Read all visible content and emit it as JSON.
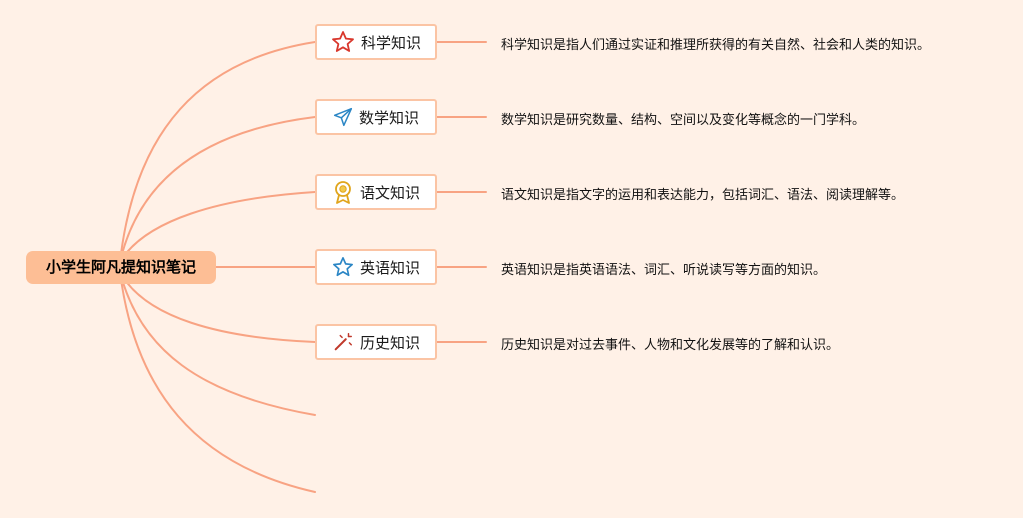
{
  "root": {
    "label": "小学生阿凡提知识笔记"
  },
  "colors": {
    "background": "#fff1e7",
    "line": "#f8a383",
    "root_fill": "#fdbe95",
    "topic_border": "#fbc4a4"
  },
  "topics": [
    {
      "label": "科学知识",
      "icon": "star-outline-icon",
      "description": "科学知识是指人们通过实证和推理所获得的有关自然、社会和人类的知识。"
    },
    {
      "label": "数学知识",
      "icon": "paper-plane-icon",
      "description": "数学知识是研究数量、结构、空间以及变化等概念的一门学科。"
    },
    {
      "label": "语文知识",
      "icon": "medal-icon",
      "description": "语文知识是指文字的运用和表达能力，包括词汇、语法、阅读理解等。"
    },
    {
      "label": "英语知识",
      "icon": "star-blue-icon",
      "description": "英语知识是指英语语法、词汇、听说读写等方面的知识。"
    },
    {
      "label": "历史知识",
      "icon": "magic-wand-icon",
      "description": "历史知识是对过去事件、人物和文化发展等的了解和认识。"
    }
  ]
}
